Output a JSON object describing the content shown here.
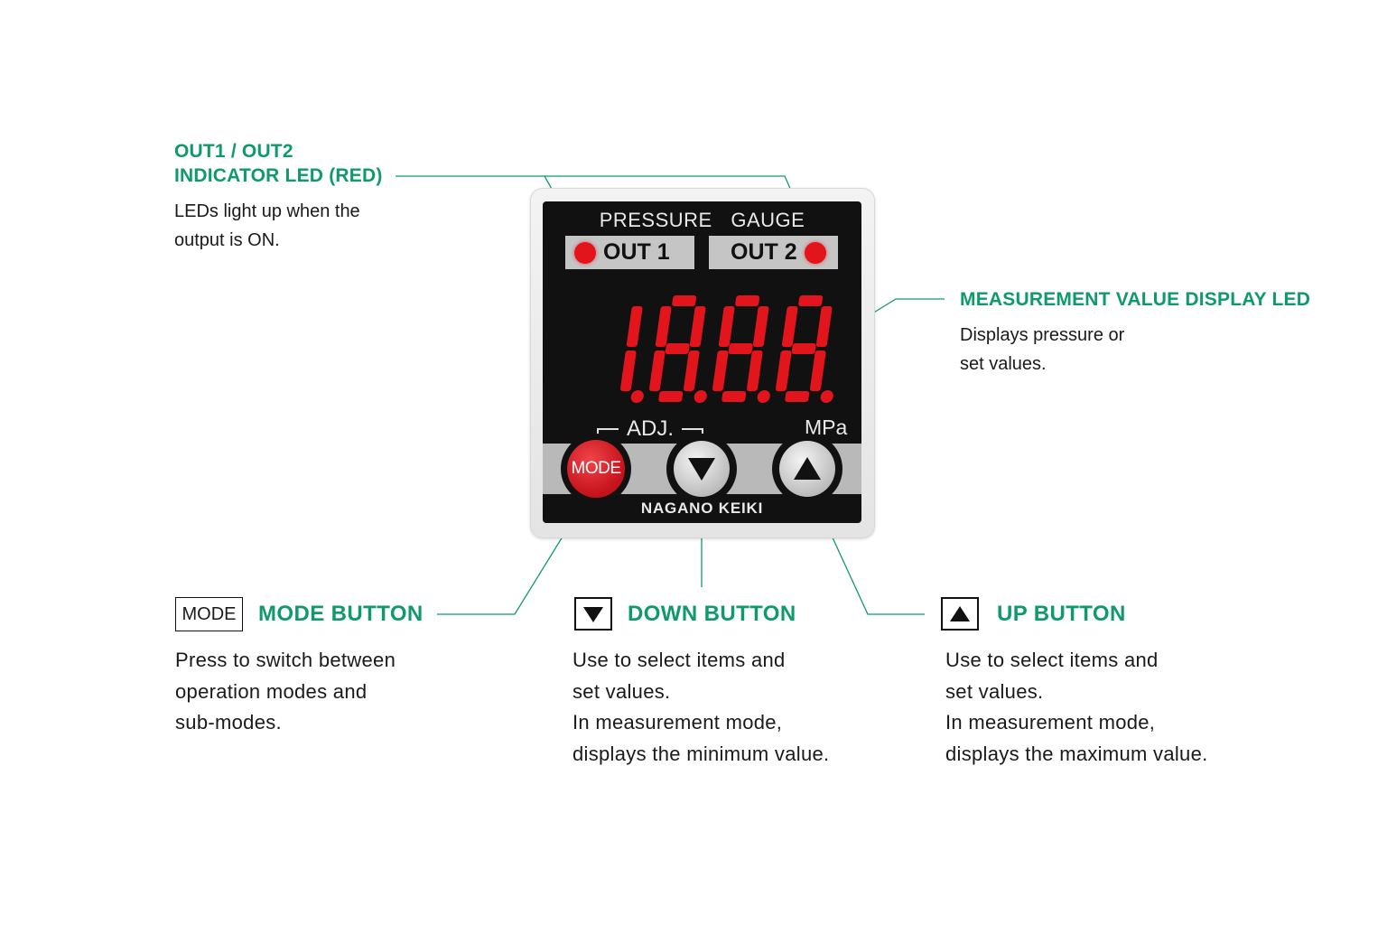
{
  "colors": {
    "accent": "#0f9a6c",
    "led_red": "#e2141c",
    "panel": "#111111"
  },
  "device": {
    "title": "PRESSURE GAUGE",
    "out1_label": "OUT 1",
    "out2_label": "OUT 2",
    "display_value": "1.8.8.8.",
    "adj_label": "ADJ.",
    "unit": "MPa",
    "mode_button_label": "MODE",
    "brand": "NAGANO KEIKI"
  },
  "callouts": {
    "indicator_led": {
      "title_line1": "OUT1 / OUT2",
      "title_line2": "INDICATOR LED (RED)",
      "desc_line1": "LEDs light up when the",
      "desc_line2": "output is ON."
    },
    "measurement_led": {
      "title": "MEASUREMENT VALUE DISPLAY LED",
      "desc_line1": "Displays pressure or",
      "desc_line2": "set values."
    },
    "mode_button": {
      "key_label": "MODE",
      "title": "MODE BUTTON",
      "desc_line1": "Press to switch between",
      "desc_line2": "operation modes and",
      "desc_line3": "sub-modes."
    },
    "down_button": {
      "key_icon": "down-triangle-icon",
      "title": "DOWN BUTTON",
      "desc_line1": "Use to select items and",
      "desc_line2": "set values.",
      "desc_line3": "In measurement mode,",
      "desc_line4": "displays the minimum value."
    },
    "up_button": {
      "key_icon": "up-triangle-icon",
      "title": "UP BUTTON",
      "desc_line1": "Use to select items and",
      "desc_line2": "set values.",
      "desc_line3": "In measurement mode,",
      "desc_line4": "displays the maximum value."
    }
  }
}
